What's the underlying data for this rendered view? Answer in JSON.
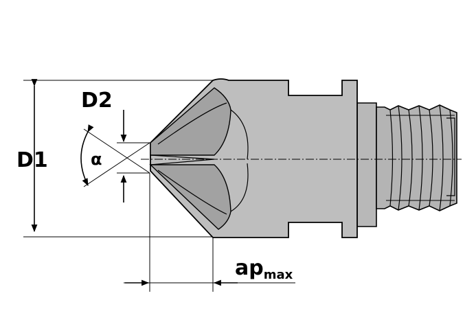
{
  "labels": {
    "d1": "D1",
    "d2": "D2",
    "alpha": "α",
    "ap": "ap",
    "ap_sub": "max"
  },
  "colors": {
    "body_fill": "#bebebe",
    "thread_fill": "#b4b4b4",
    "groove_fill": "#9a9a9a",
    "outline": "#000000",
    "dimension": "#000000",
    "background": "#ffffff"
  }
}
